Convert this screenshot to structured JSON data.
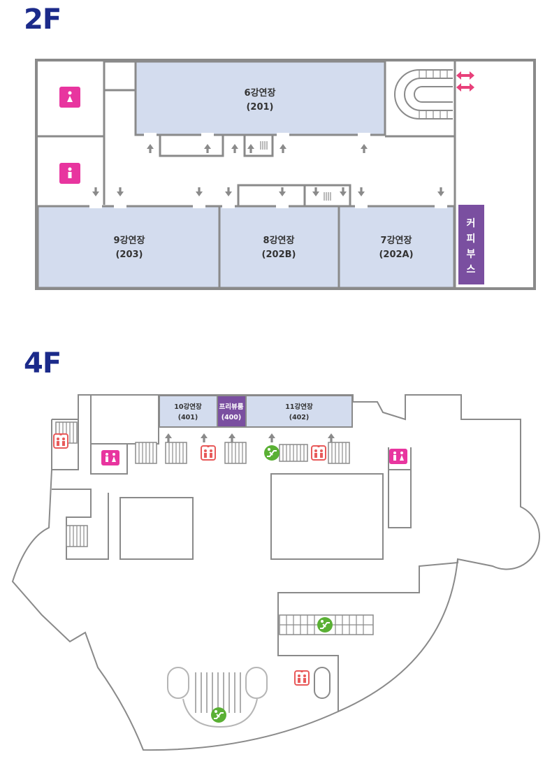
{
  "floors": {
    "f2": {
      "label": "2F"
    },
    "f4": {
      "label": "4F"
    }
  },
  "rooms_2f": {
    "room6": {
      "name": "6강연장",
      "code": "(201)"
    },
    "room9": {
      "name": "9강연장",
      "code": "(203)"
    },
    "room8": {
      "name": "8강연장",
      "code": "(202B)"
    },
    "room7": {
      "name": "7강연장",
      "code": "(202A)"
    },
    "coffee": {
      "chars": [
        "커",
        "피",
        "부",
        "스"
      ]
    }
  },
  "rooms_4f": {
    "room10": {
      "name": "10강연장",
      "code": "(401)"
    },
    "free": {
      "name": "프리뷰룸",
      "code": "(400)"
    },
    "room11": {
      "name": "11강연장",
      "code": "(402)"
    }
  },
  "colors": {
    "wall": "#8a8a8a",
    "room_fill": "#d3dcee",
    "accent_purple": "#7a4fa0",
    "restroom_pink": "#e8359f",
    "elevator_red": "#e85a5a",
    "escalator_green": "#5ab034",
    "double_arrow_pink": "#e8407a",
    "floor_label": "#1b2a8a"
  },
  "icons": {
    "restroom_female": "female-restroom-icon",
    "restroom_male": "male-restroom-icon",
    "restroom_unisex": "restroom-icon",
    "elevator": "elevator-icon",
    "escalator": "escalator-icon",
    "direction_arrow": "arrow-icon"
  }
}
